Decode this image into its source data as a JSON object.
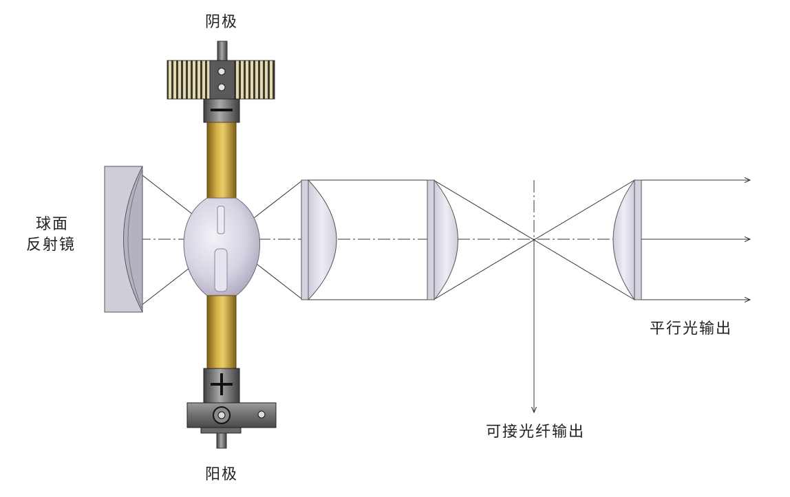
{
  "labels": {
    "cathode": "阴极",
    "anode": "阳极",
    "mirror_line1": "球面",
    "mirror_line2": "反射镜",
    "parallel_output": "平行光输出",
    "fiber_output": "可接光纤输出"
  },
  "colors": {
    "lamp_tube": "#c9a23c",
    "lamp_tube_dark": "#7d5e14",
    "metal_dark": "#4a4a4a",
    "metal_mid": "#8e8e8e",
    "gear": "#d8cfa8",
    "lens_fill": "#e4e2ee",
    "glass_bulb": "#d8d4e4",
    "line": "#333333"
  },
  "icons": {
    "cathode_symbol": "minus-sign",
    "anode_symbol": "plus-sign"
  }
}
